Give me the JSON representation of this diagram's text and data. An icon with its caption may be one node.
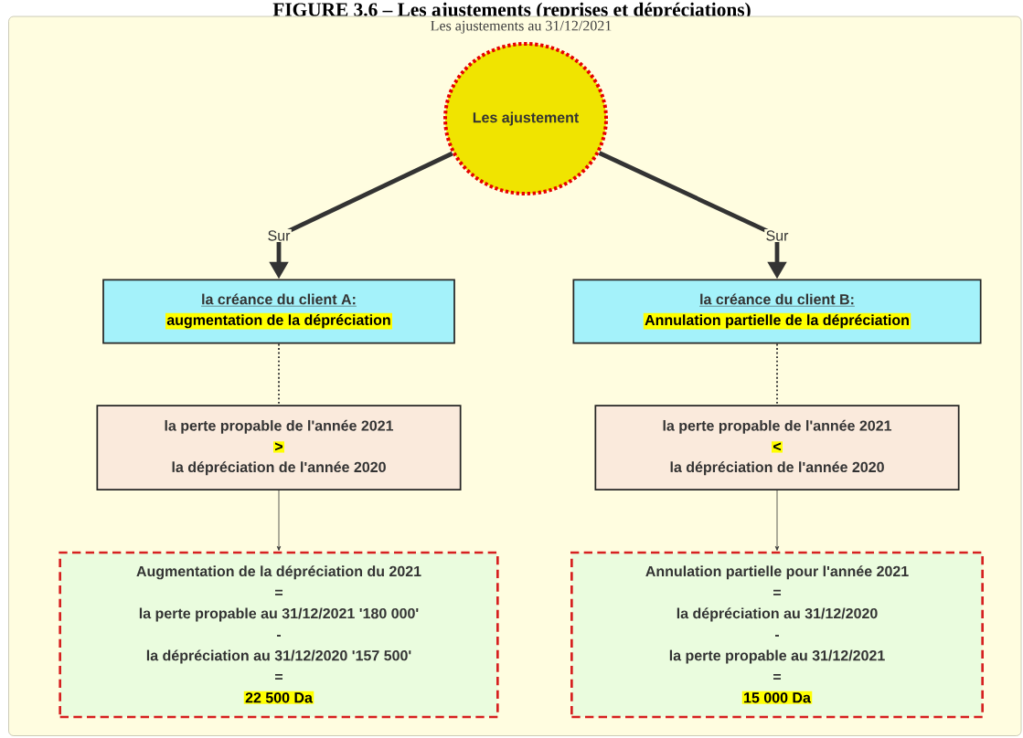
{
  "diagram": {
    "title": "FIGURE 3.6 – Les ajustements (reprises et dépréciations)",
    "nodes": [
      {
        "text": [
          "Les ajustements au 31/12/2021"
        ]
      },
      {
        "text": [
          "Les ajustement"
        ],
        "in": 0
      },
      {
        "text": [
          "la créance du client A:",
          "augmentation de la dépréciation"
        ],
        "in": 0
      },
      {
        "text": [
          "la créance du client B:",
          "Annulation partielle de la dépréciation"
        ],
        "in": 0
      },
      {
        "text": [
          "la perte propable de l'année 2021",
          ">",
          "la dépréciation de l'année 2020"
        ],
        "in": 0
      },
      {
        "text": [
          "la perte propable de l'année 2021",
          "<",
          "la dépréciation de l'année 2020"
        ],
        "in": 0
      },
      {
        "text": [
          "Augmentation de la dépréciation du 2021",
          "=",
          "la perte propable au 31/12/2021 '180 000'",
          "-",
          "la dépréciation au 31/12/2020 '157 500'",
          "=",
          "22 500 Da"
        ],
        "in": 0
      },
      {
        "text": [
          "Annulation partielle pour l'année 2021",
          "=",
          "la dépréciation au 31/12/2020",
          "-",
          "la perte propable au 31/12/2021",
          "=",
          "15 000 Da"
        ],
        "in": 0
      }
    ],
    "edges": [
      {
        "from": 1,
        "to": 2,
        "arrow": "to",
        "label": "Sur",
        "style": "thick"
      },
      {
        "from": 1,
        "to": 3,
        "arrow": "to",
        "label": "Sur",
        "style": "thick"
      },
      {
        "from": 2,
        "to": 4,
        "arrow": "none",
        "style": "dashed"
      },
      {
        "from": 3,
        "to": 5,
        "arrow": "none",
        "style": "dashed"
      },
      {
        "from": 4,
        "to": 6,
        "arrow": "to"
      },
      {
        "from": 5,
        "to": 7,
        "arrow": "to"
      }
    ]
  }
}
